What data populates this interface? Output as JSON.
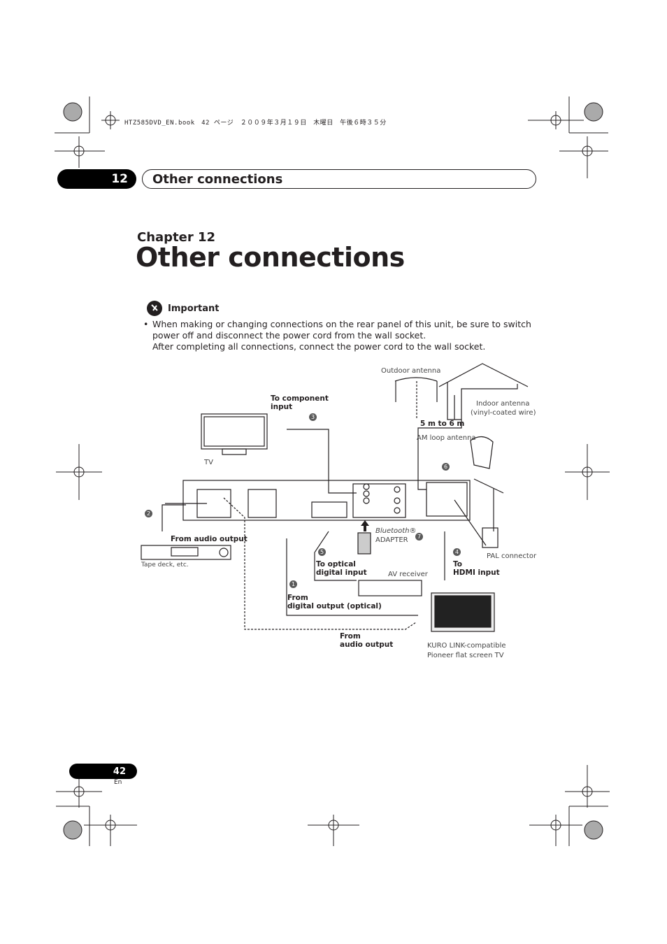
{
  "header_line": "HTZ585DVD_EN.book　42 ページ　２００９年３月１９日　木曜日　午後６時３５分",
  "chapter_number": "12",
  "section_title": "Other connections",
  "chapter_label": "Chapter 12",
  "chapter_title": "Other connections",
  "important": {
    "label": "Important",
    "bullet": "•",
    "lines": [
      "When making or changing connections on the rear panel of this unit, be sure to switch power off and disconnect the power cord from the wall socket.",
      "After completing all connections, connect the power cord to the wall socket."
    ]
  },
  "diagram": {
    "labels": {
      "outdoor_antenna": "Outdoor antenna",
      "indoor_antenna_1": "Indoor antenna",
      "indoor_antenna_2": "(vinyl-coated wire)",
      "to_component_1": "To component",
      "to_component_2": "input",
      "distance": "5 m to 6 m",
      "am_loop": "AM loop antenna",
      "tv": "TV",
      "from_audio_output_tape": "From audio output",
      "tape_deck": "Tape deck, etc.",
      "bluetooth_1": "Bluetooth®",
      "bluetooth_2": "ADAPTER",
      "pal_connector": "PAL connector",
      "to_optical_1": "To optical",
      "to_optical_2": "digital input",
      "av_receiver": "AV receiver",
      "to_hdmi_1": "To",
      "to_hdmi_2": "HDMI input",
      "from_digital_1": "From",
      "from_digital_2": "digital output (optical)",
      "from_audio_1": "From",
      "from_audio_2": "audio output",
      "kuro_1": "KURO LINK-compatible",
      "kuro_2": "Pioneer flat screen TV"
    },
    "numbers": [
      "1",
      "2",
      "3",
      "4",
      "5",
      "6",
      "7"
    ]
  },
  "page_number": "42",
  "page_lang": "En"
}
